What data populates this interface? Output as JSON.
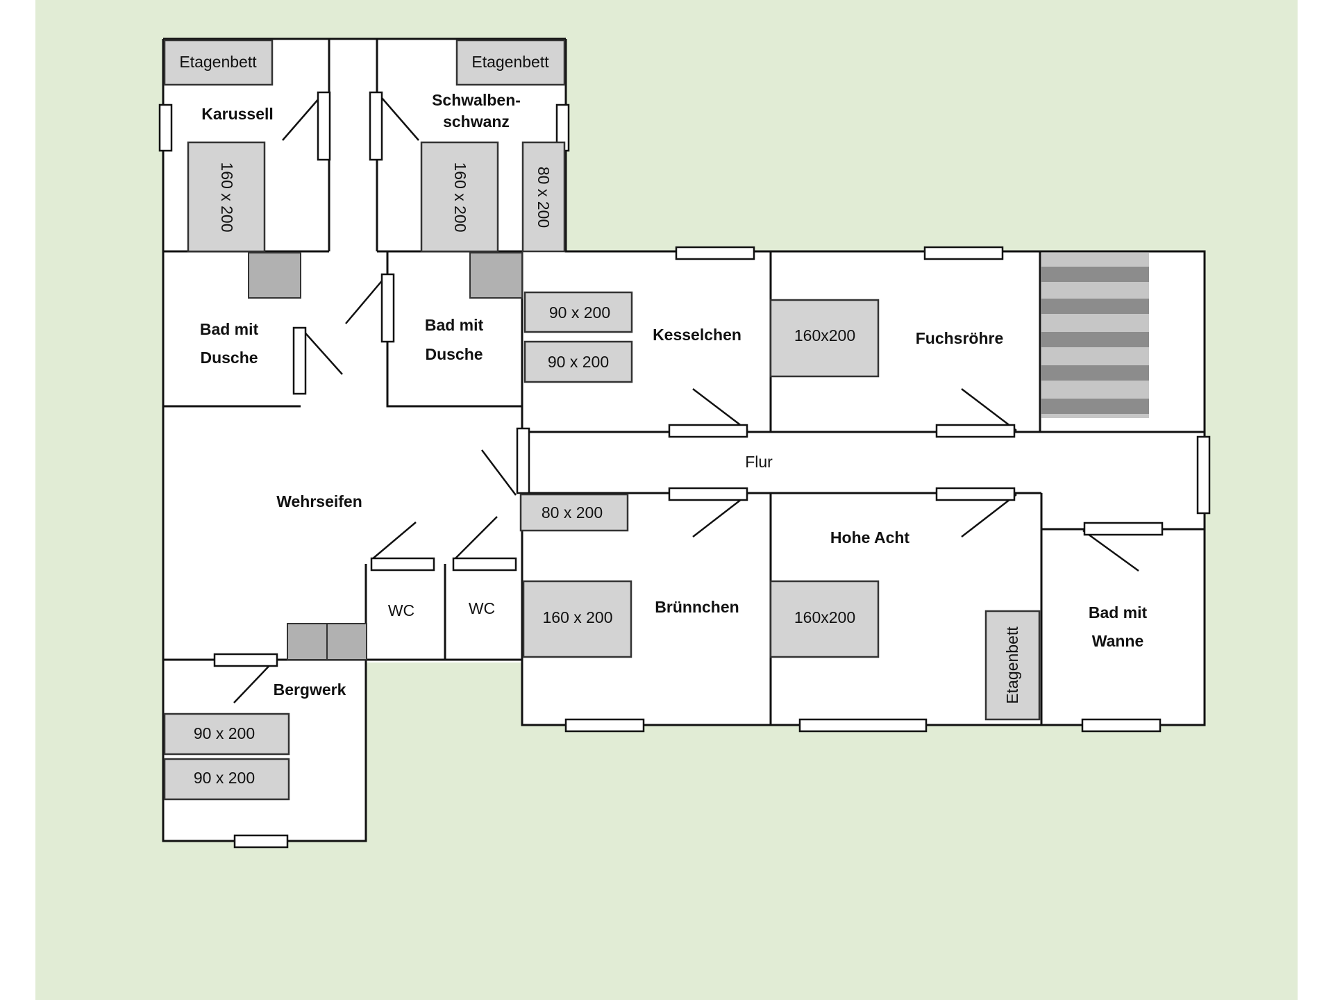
{
  "rooms": {
    "karussell": "Karussell",
    "schwalbenschwanz_1": "Schwalben-",
    "schwalbenschwanz_2": "schwanz",
    "bad_left_1": "Bad mit",
    "bad_left_2": "Dusche",
    "bad_mid_1": "Bad mit",
    "bad_mid_2": "Dusche",
    "kesselchen": "Kesselchen",
    "fuchsroehre": "Fuchsröhre",
    "flur": "Flur",
    "wehrseifen": "Wehrseifen",
    "wc_1": "WC",
    "wc_2": "WC",
    "bruennchen": "Brünnchen",
    "hohe_acht": "Hohe Acht",
    "bad_wanne_1": "Bad mit",
    "bad_wanne_2": "Wanne",
    "bergwerk": "Bergwerk"
  },
  "beds": {
    "karussell_bunk": "Etagenbett",
    "karussell_double": "160 x 200",
    "schwalben_bunk": "Etagenbett",
    "schwalben_double": "160 x 200",
    "schwalben_single": "80 x 200",
    "kesselchen_single_1": "90 x 200",
    "kesselchen_single_2": "90 x 200",
    "fuchsroehre_double": "160x200",
    "wehrseifen_single": "80 x 200",
    "bruennchen_double": "160 x 200",
    "hohe_acht_double": "160x200",
    "hohe_acht_bunk": "Etagenbett",
    "bergwerk_single_1": "90 x 200",
    "bergwerk_single_2": "90 x 200"
  },
  "colors": {
    "background": "#e1ecd5",
    "floor": "#ffffff",
    "wall": "#111111",
    "bed_fill": "#d3d3d3",
    "stair_dark": "#8c8c8c",
    "stair_light": "#c6c6c6"
  }
}
